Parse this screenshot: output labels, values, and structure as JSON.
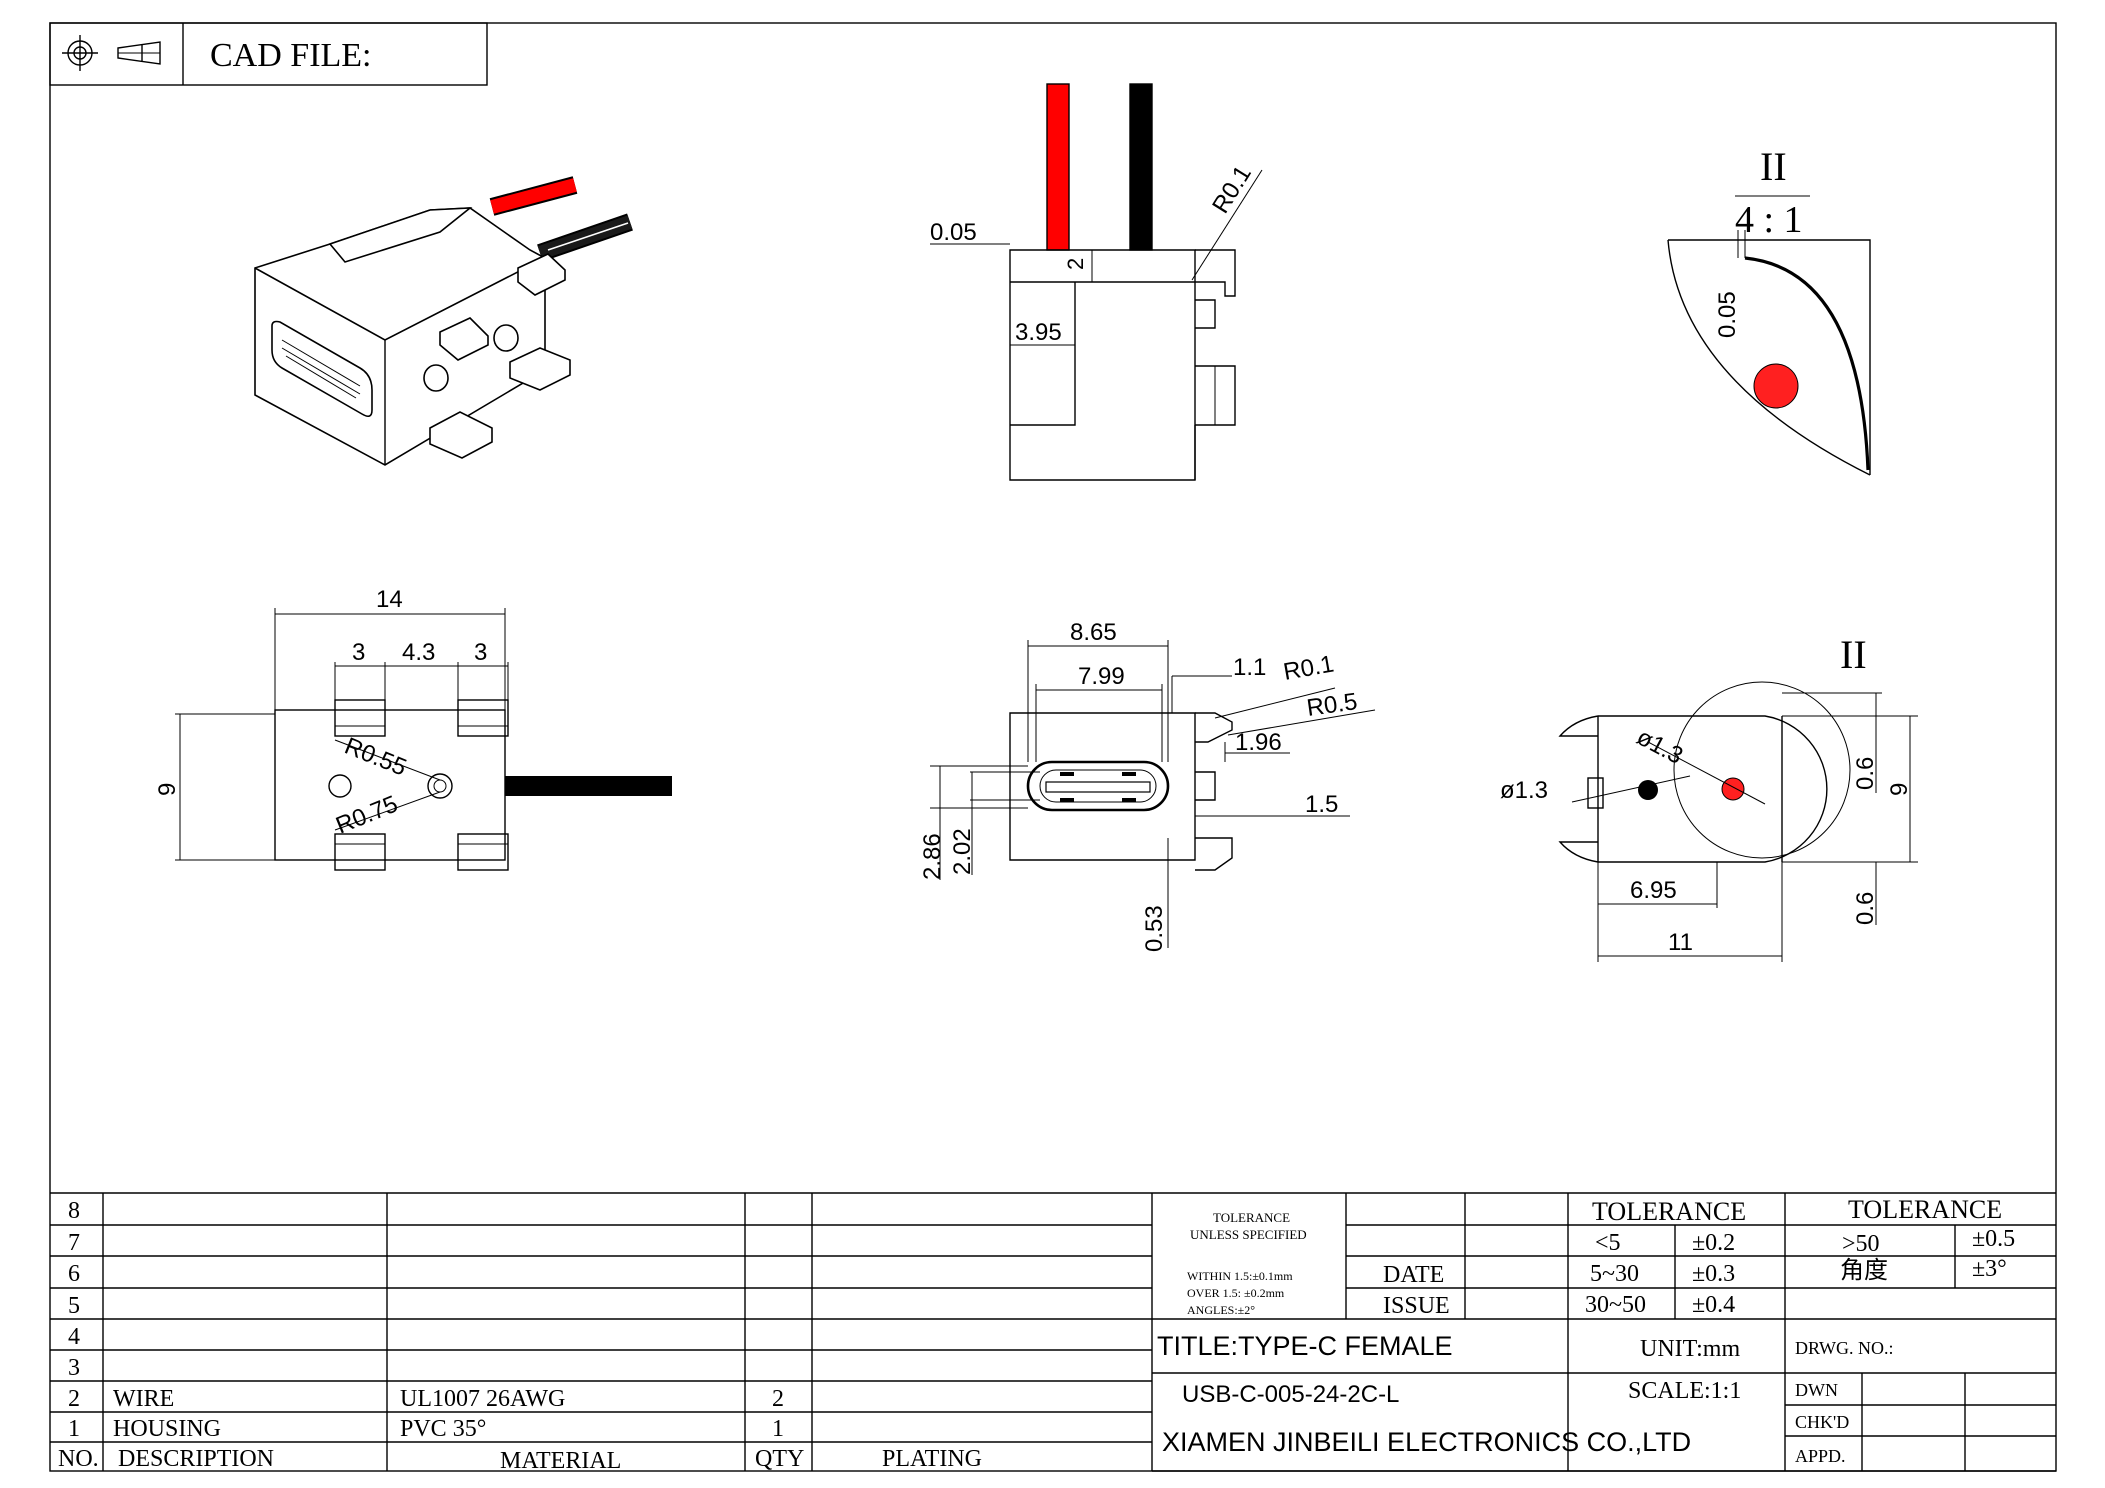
{
  "header": {
    "cad_label": "CAD FILE:",
    "icons": [
      "crosshair-target-icon",
      "projection-cone-icon"
    ]
  },
  "colors": {
    "wire_red": "#ff0000",
    "wire_black": "#000000",
    "dot_red": "#ff2020",
    "line": "#000000"
  },
  "side_view": {
    "dim_gap": "0.05",
    "dim_2": "2",
    "dim_r": "R0.1",
    "dim_395": "3.95"
  },
  "detail_top": {
    "label": "II",
    "scale": "4 : 1",
    "dim": "0.05"
  },
  "top_view": {
    "d14": "14",
    "d3a": "3",
    "d43": "4.3",
    "d3b": "3",
    "d9": "9",
    "r055": "R0.55",
    "r075": "R0.75"
  },
  "front_view": {
    "d865": "8.65",
    "d799": "7.99",
    "d11": "1.1",
    "r01": "R0.1",
    "r05": "R0.5",
    "d196": "1.96",
    "d15": "1.5",
    "d286": "2.86",
    "d202": "2.02",
    "d053": "0.53"
  },
  "right_view": {
    "label": "II",
    "phi13a": "ø1.3",
    "phi13b": "ø1.3",
    "d06a": "0.6",
    "d9": "9",
    "d06b": "0.6",
    "d695": "6.95",
    "d11": "11"
  },
  "bom": {
    "rows": [
      {
        "no": "8",
        "desc": "",
        "mat": "",
        "qty": "",
        "plating": ""
      },
      {
        "no": "7",
        "desc": "",
        "mat": "",
        "qty": "",
        "plating": ""
      },
      {
        "no": "6",
        "desc": "",
        "mat": "",
        "qty": "",
        "plating": ""
      },
      {
        "no": "5",
        "desc": "",
        "mat": "",
        "qty": "",
        "plating": ""
      },
      {
        "no": "4",
        "desc": "",
        "mat": "",
        "qty": "",
        "plating": ""
      },
      {
        "no": "3",
        "desc": "",
        "mat": "",
        "qty": "",
        "plating": ""
      },
      {
        "no": "2",
        "desc": "WIRE",
        "mat": "UL1007 26AWG",
        "qty": "2",
        "plating": ""
      },
      {
        "no": "1",
        "desc": "HOUSING",
        "mat": "PVC 35°",
        "qty": "1",
        "plating": ""
      }
    ],
    "header": {
      "no": "NO.",
      "desc": "DESCRIPTION",
      "mat": "MATERIAL",
      "qty": "QTY",
      "plating": "PLATING"
    }
  },
  "title_block": {
    "tol_head1": "TOLERANCE",
    "tol_head2": "UNLESS SPECIFIED",
    "tol_within": "WITHIN 1.5:±0.1mm",
    "tol_over": "OVER 1.5: ±0.2mm",
    "tol_angles": "ANGLES:±2°",
    "date_label": "DATE",
    "issue_label": "ISSUE",
    "tolerance_a": "TOLERANCE",
    "tolerance_b": "TOLERANCE",
    "tol_rows": [
      {
        "range": "<5",
        "value": "±0.2"
      },
      {
        "range": "5~30",
        "value": "±0.3"
      },
      {
        "range": "30~50",
        "value": "±0.4"
      }
    ],
    "tol_right": [
      {
        "range": ">50",
        "value": "±0.5"
      },
      {
        "range": "角度",
        "value": "±3°"
      }
    ],
    "title": "TITLE:TYPE-C FEMALE",
    "part_no": "USB-C-005-24-2C-L",
    "company": "XIAMEN JINBEILI ELECTRONICS CO.,LTD",
    "unit": "UNIT:mm",
    "scale": "SCALE:1:1",
    "drwg_no": "DRWG. NO.:",
    "dwn": "DWN",
    "chkd": "CHK'D",
    "appd": "APPD."
  }
}
